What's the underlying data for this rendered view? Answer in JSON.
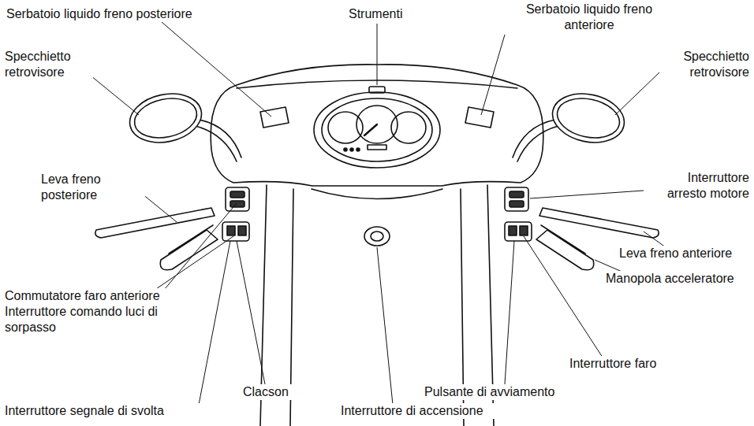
{
  "diagram": {
    "labels": [
      "Serbatoio liquido freno posteriore",
      "Strumenti",
      "Serbatoio liquido freno anteriore",
      "Specchietto retrovisore",
      "Specchietto retrovisore",
      "Leva freno posteriore",
      "Interruttore arresto motore",
      "Leva freno anteriore",
      "Manopola acceleratore",
      "Commutatore faro anteriore",
      "Interruttore comando luci di sorpasso",
      "Interruttore faro",
      "Clacson",
      "Pulsante di avviamento",
      "Interruttore segnale di svolta",
      "Interruttore di accensione"
    ]
  }
}
